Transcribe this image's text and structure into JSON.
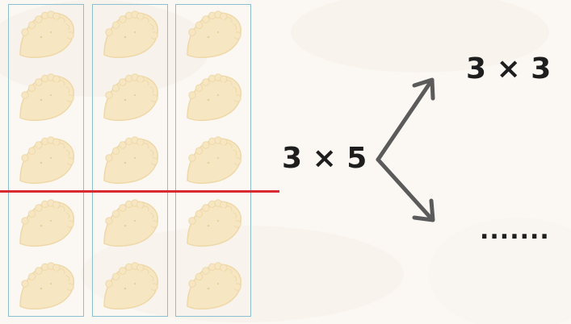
{
  "diagram": {
    "columns": 3,
    "items_per_column": 5,
    "split_after_row": 3,
    "icon": "dumpling-icon",
    "colors": {
      "column_border": "#8ac0cf",
      "split_line": "#d92a2f",
      "dumpling_fill": "#f6e6c2",
      "arrow": "#5b5b5b"
    }
  },
  "expressions": {
    "main": "3 × 5",
    "top": "3 × 3",
    "bottom": "......."
  }
}
